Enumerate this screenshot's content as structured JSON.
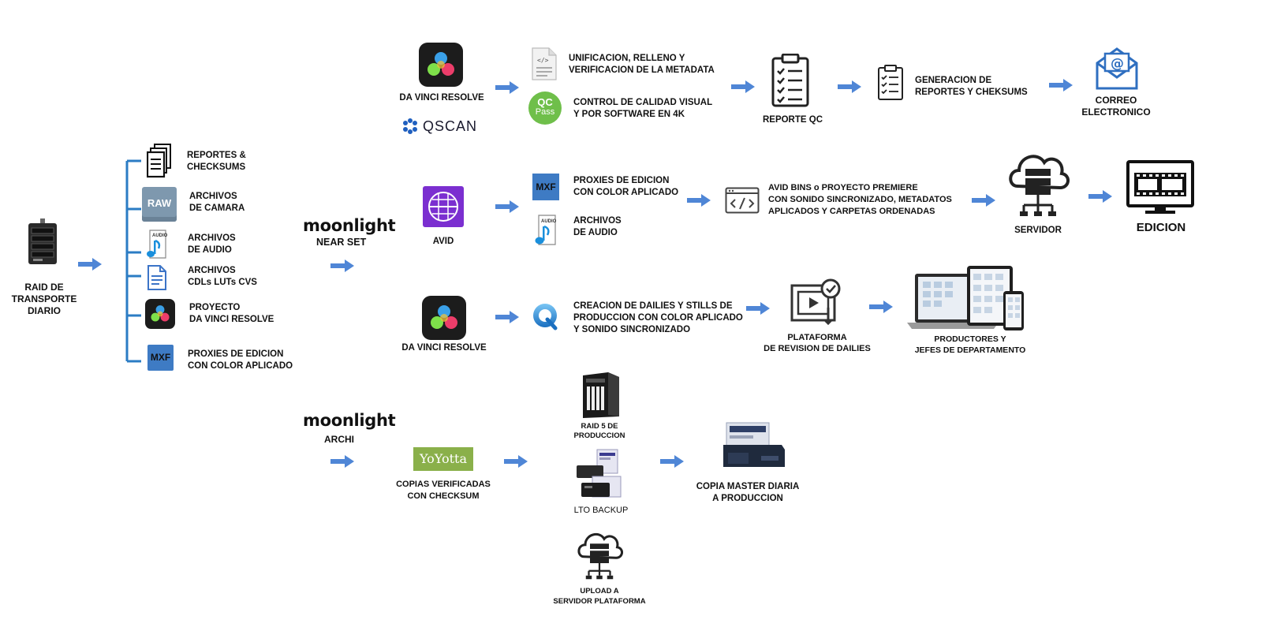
{
  "colors": {
    "arrow": "#4f86d6",
    "bracket": "#2b7cc4",
    "qc_green": "#6fbf4a",
    "avid_purple": "#7b2fd0",
    "yoyotta_green": "#8ab04a",
    "icon_dark": "#222222"
  },
  "raid_transport": {
    "label": "RAID DE\nTRANSPORTE\nDIARIO",
    "icon": "raid-drive-icon"
  },
  "files": [
    {
      "label": "REPORTES &\nCHECKSUMS",
      "icon": "documents-stack-icon"
    },
    {
      "label": "ARCHIVOS\nDE CAMARA",
      "icon": "raw-file-icon",
      "badge": "RAW"
    },
    {
      "label": "ARCHIVOS\nDE AUDIO",
      "icon": "audio-file-icon",
      "badge": "AUDIO"
    },
    {
      "label": "ARCHIVOS\nCDLs LUTs CVS",
      "icon": "text-file-icon"
    },
    {
      "label": "PROYECTO\nDA VINCI RESOLVE",
      "icon": "davinci-resolve-icon"
    },
    {
      "label": "PROXIES DE EDICION\nCON COLOR APLICADO",
      "icon": "mxf-icon",
      "badge": "MXF"
    }
  ],
  "moonlight_nearset": {
    "brand": "moonlight",
    "sub": "NEAR SET"
  },
  "moonlight_archi": {
    "brand": "moonlight",
    "sub": "ARCHI"
  },
  "row1": {
    "resolve_label": "DA VINCI RESOLVE",
    "qscan": "QSCAN",
    "metadata_label": "UNIFICACION, RELLENO Y\nVERIFICACION DE LA METADATA",
    "qc_badge_top": "QC",
    "qc_badge_bottom": "Pass",
    "qc_label": "CONTROL DE CALIDAD VISUAL\nY POR SOFTWARE EN 4K",
    "report_qc": "REPORTE QC",
    "reports_label": "GENERACION DE\nREPORTES Y CHEKSUMS",
    "email_label": "CORREO\nELECTRONICO"
  },
  "row2": {
    "avid_label": "AVID",
    "mxf_badge": "MXF",
    "proxies_label": "PROXIES DE EDICION\nCON COLOR APLICADO",
    "audio_badge": "AUDIO",
    "audio_label": "ARCHIVOS\nDE AUDIO",
    "bins_label": "AVID BINS o PROYECTO PREMIERE\nCON SONIDO SINCRONIZADO, METADATOS\nAPLICADOS Y CARPETAS ORDENADAS",
    "server_label": "SERVIDOR",
    "edicion_label": "EDICION"
  },
  "row3": {
    "resolve_label": "DA VINCI RESOLVE",
    "dailies_label": "CREACION DE DAILIES Y STILLS DE\nPRODUCCION CON COLOR APLICADO\nY SONIDO SINCRONIZADO",
    "platform_label": "PLATAFORMA\nDE REVISION DE DAILIES",
    "producers_label": "PRODUCTORES Y\nJEFES DE DEPARTAMENTO"
  },
  "row4": {
    "yoyotta_logo": "YoYotta",
    "yoyotta_label": "COPIAS VERIFICADAS\nCON CHECKSUM",
    "raid5_label": "RAID 5 DE\nPRODUCCION",
    "lto_label": "LTO BACKUP",
    "master_label": "COPIA MASTER DIARIA\nA PRODUCCION",
    "upload_label": "UPLOAD A\nSERVIDOR PLATAFORMA"
  }
}
